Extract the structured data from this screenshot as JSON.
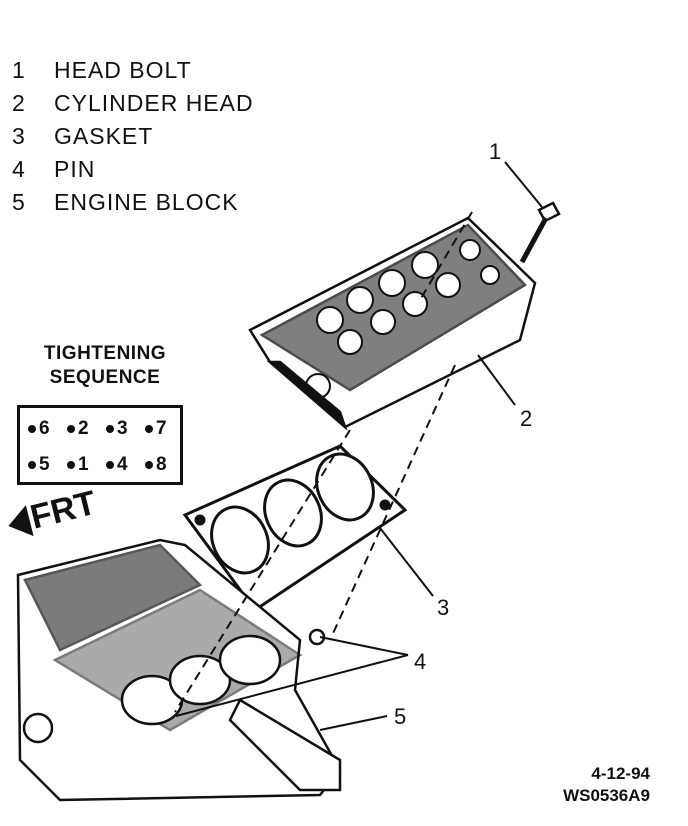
{
  "legend": [
    {
      "num": "1",
      "label": "HEAD BOLT"
    },
    {
      "num": "2",
      "label": "CYLINDER HEAD"
    },
    {
      "num": "3",
      "label": "GASKET"
    },
    {
      "num": "4",
      "label": "PIN"
    },
    {
      "num": "5",
      "label": "ENGINE BLOCK"
    }
  ],
  "tightening": {
    "title_line1": "TIGHTENING",
    "title_line2": "SEQUENCE",
    "sequence_top": [
      "6",
      "2",
      "3",
      "7"
    ],
    "sequence_bottom": [
      "5",
      "1",
      "4",
      "8"
    ]
  },
  "direction_label": "FRT",
  "callouts": [
    "1",
    "2",
    "3",
    "4",
    "5"
  ],
  "footer": {
    "date": "4-12-94",
    "code": "WS0536A9"
  }
}
